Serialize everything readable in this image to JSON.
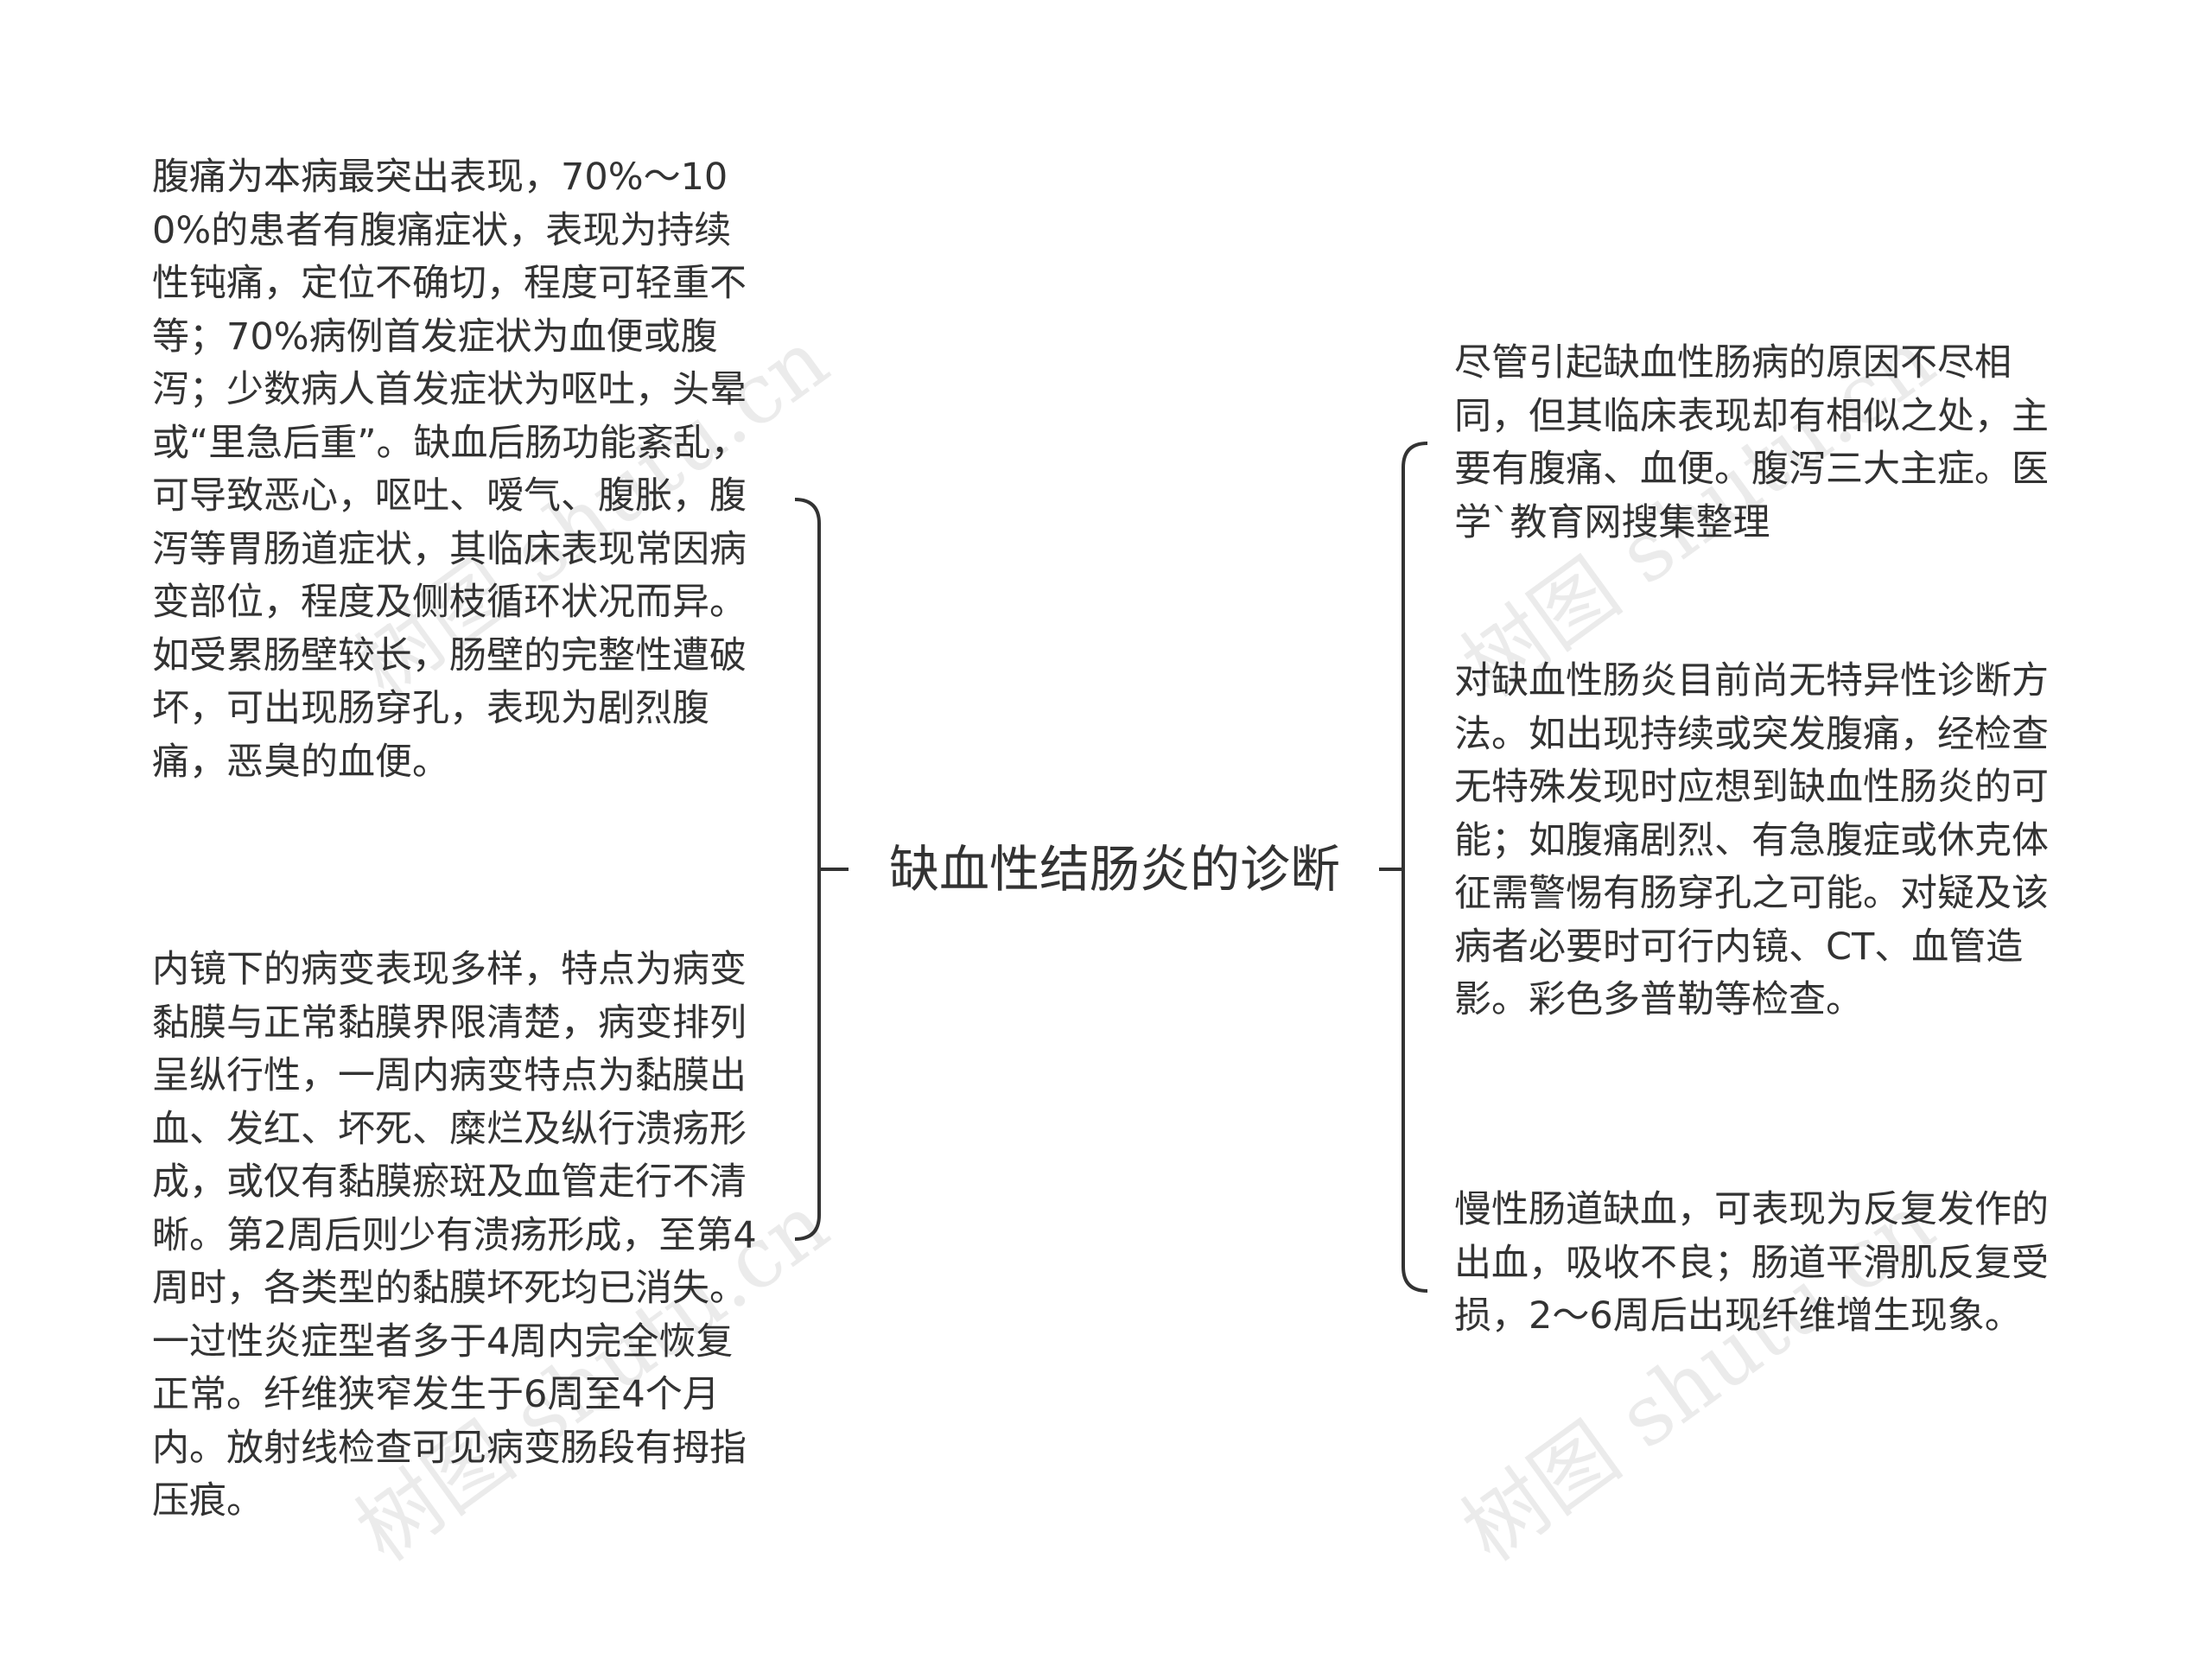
{
  "root": {
    "title": "缺血性结肠炎的诊断"
  },
  "left_branches": [
    {
      "text": "腹痛为本病最突出表现，70%～100%的患者有腹痛症状，表现为持续性钝痛，定位不确切，程度可轻重不等；70%病例首发症状为血便或腹泻；少数病人首发症状为呕吐，头晕或“里急后重”。缺血后肠功能紊乱，可导致恶心，呕吐、嗳气、腹胀，腹泻等胃肠道症状，其临床表现常因病变部位，程度及侧枝循环状况而异。如受累肠壁较长，肠壁的完整性遭破坏，可出现肠穿孔，表现为剧烈腹痛，恶臭的血便。"
    },
    {
      "text": "内镜下的病变表现多样，特点为病变黏膜与正常黏膜界限清楚，病变排列呈纵行性，一周内病变特点为黏膜出血、发红、坏死、糜烂及纵行溃疡形成，或仅有黏膜瘀斑及血管走行不清晰。第2周后则少有溃疡形成，至第4周时，各类型的黏膜坏死均已消失。一过性炎症型者多于4周内完全恢复正常。纤维狭窄发生于6周至4个月内。放射线检查可见病变肠段有拇指压痕。"
    }
  ],
  "right_branches": [
    {
      "text": "尽管引起缺血性肠病的原因不尽相同，但其临床表现却有相似之处，主要有腹痛、血便。腹泻三大主症。医学`教育网搜集整理"
    },
    {
      "text": "对缺血性肠炎目前尚无特异性诊断方法。如出现持续或突发腹痛，经检查无特殊发现时应想到缺血性肠炎的可能；如腹痛剧烈、有急腹症或休克体征需警惕有肠穿孔之可能。对疑及该病者必要时可行内镜、CT、血管造影。彩色多普勒等检查。"
    },
    {
      "text": "慢性肠道缺血，可表现为反复发作的出血，吸收不良；肠道平滑肌反复受损，2～6周后出现纤维增生现象。"
    }
  ],
  "watermarks": [
    "树图 shutu.cn",
    "树图 shutu.cn",
    "树图 shutu.cn",
    "树图 shutu.cn"
  ],
  "colors": {
    "line": "#333333",
    "text": "#333333",
    "background": "#ffffff"
  }
}
